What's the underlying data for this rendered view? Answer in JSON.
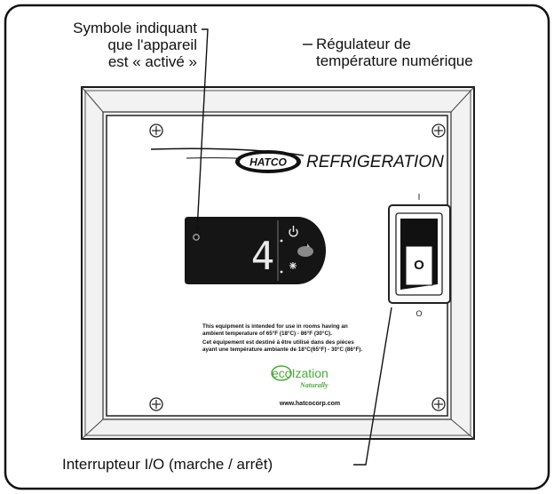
{
  "callouts": {
    "symbol": {
      "line1": "Symbole indiquant",
      "line2": "que l'appareil",
      "line3": "est « activé »"
    },
    "regulator": {
      "line1": "Régulateur de",
      "line2": "température numérique"
    },
    "switch": "Interrupteur I/O (marche / arrêt)"
  },
  "panel": {
    "brand_logo": "HATCO",
    "brand_text": "REFRIGERATION",
    "display_digit": "4",
    "switch_on_mark": "I",
    "switch_off_mark": "O",
    "switch_rocker_mark": "O",
    "notice_en_1": "This equipment is intended for use in rooms having an",
    "notice_en_2": "ambient temperature of 65°F (18°C) - 86°F (30°C).",
    "notice_fr_1": "Cet équipement est destiné à être utilisé dans des pièces",
    "notice_fr_2": "ayant une température ambiante de 18°C(65°F) - 30°C (86°F).",
    "eco_logo": "ecoIzation",
    "eco_tagline": "Naturally",
    "website": "www.hatcocorp.com"
  },
  "colors": {
    "display_bg": "#151515",
    "eco_green": "#4caa3c",
    "ink": "#111111"
  }
}
